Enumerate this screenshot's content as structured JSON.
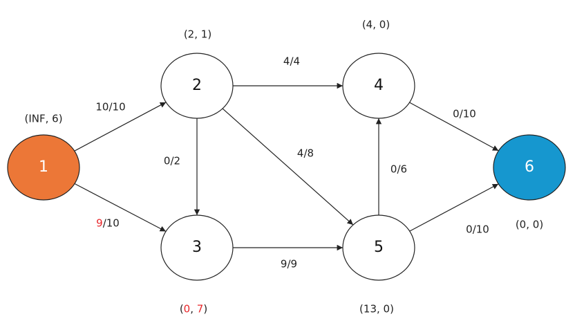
{
  "colors": {
    "source_fill": "#ec7737",
    "sink_fill": "#1697cf",
    "node_fill": "#ffffff",
    "stroke": "#222222",
    "highlight": "#e8262a"
  },
  "nodes": [
    {
      "id": "1",
      "label": "1",
      "role": "source"
    },
    {
      "id": "2",
      "label": "2",
      "role": "normal"
    },
    {
      "id": "3",
      "label": "3",
      "role": "normal"
    },
    {
      "id": "4",
      "label": "4",
      "role": "normal"
    },
    {
      "id": "5",
      "label": "5",
      "role": "normal"
    },
    {
      "id": "6",
      "label": "6",
      "role": "sink"
    }
  ],
  "edges": [
    {
      "from": "1",
      "to": "2",
      "flow": "10",
      "capacity": "10",
      "flow_highlight": false
    },
    {
      "from": "1",
      "to": "3",
      "flow": "9",
      "capacity": "10",
      "flow_highlight": true
    },
    {
      "from": "2",
      "to": "3",
      "flow": "0",
      "capacity": "2",
      "flow_highlight": false
    },
    {
      "from": "2",
      "to": "4",
      "flow": "4",
      "capacity": "4",
      "flow_highlight": false
    },
    {
      "from": "2",
      "to": "5",
      "flow": "4",
      "capacity": "8",
      "flow_highlight": false
    },
    {
      "from": "3",
      "to": "5",
      "flow": "9",
      "capacity": "9",
      "flow_highlight": false
    },
    {
      "from": "5",
      "to": "4",
      "flow": "0",
      "capacity": "6",
      "flow_highlight": false
    },
    {
      "from": "4",
      "to": "6",
      "flow": "0",
      "capacity": "10",
      "flow_highlight": false
    },
    {
      "from": "5",
      "to": "6",
      "flow": "0",
      "capacity": "10",
      "flow_highlight": false
    }
  ],
  "node_tags": {
    "n1": {
      "a": "INF",
      "b": "6",
      "a_highlight": false,
      "b_highlight": false
    },
    "n2": {
      "a": "2",
      "b": "1",
      "a_highlight": false,
      "b_highlight": false
    },
    "n3": {
      "a": "0",
      "b": "7",
      "a_highlight": true,
      "b_highlight": true
    },
    "n4": {
      "a": "4",
      "b": "0",
      "a_highlight": false,
      "b_highlight": false
    },
    "n5": {
      "a": "13",
      "b": "0",
      "a_highlight": false,
      "b_highlight": false
    },
    "n6": {
      "a": "0",
      "b": "0",
      "a_highlight": false,
      "b_highlight": false
    }
  }
}
